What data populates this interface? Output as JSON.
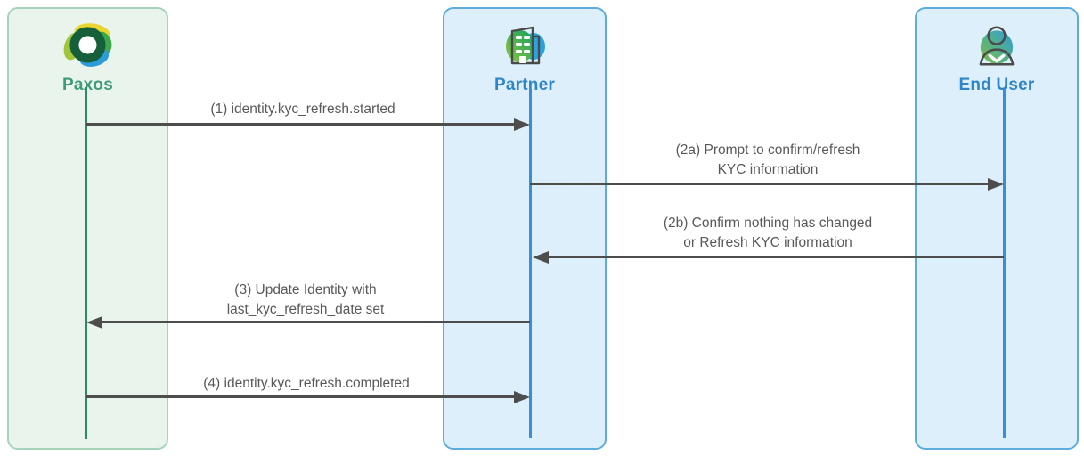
{
  "diagram": {
    "type": "sequence-diagram",
    "actors": [
      {
        "name": "Paxos",
        "icon": "paxos-logo-icon",
        "panel_bg": "#e8f4ec",
        "panel_border": "#a7d3bb",
        "label_color": "#3f9b74",
        "lifeline_color": "#2c8a68"
      },
      {
        "name": "Partner",
        "icon": "partner-building-icon",
        "panel_bg": "#ddeffa",
        "panel_border": "#5cadde",
        "label_color": "#2e86c9",
        "lifeline_color": "#3a8fd4"
      },
      {
        "name": "End User",
        "icon": "end-user-icon",
        "panel_bg": "#ddeffa",
        "panel_border": "#5cadde",
        "label_color": "#2e86c9",
        "lifeline_color": "#3a8fd4"
      }
    ],
    "messages": [
      {
        "id": "1",
        "from": "Paxos",
        "to": "Partner",
        "direction": "right",
        "text": "(1) identity.kyc_refresh.started"
      },
      {
        "id": "2a",
        "from": "Partner",
        "to": "End User",
        "direction": "right",
        "text": "(2a) Prompt to confirm/refresh\nKYC information"
      },
      {
        "id": "2b",
        "from": "End User",
        "to": "Partner",
        "direction": "left",
        "text": "(2b) Confirm nothing has changed\nor Refresh KYC information"
      },
      {
        "id": "3",
        "from": "Partner",
        "to": "Paxos",
        "direction": "left",
        "text": "(3) Update Identity with\nlast_kyc_refresh_date set"
      },
      {
        "id": "4",
        "from": "Paxos",
        "to": "Partner",
        "direction": "right",
        "text": "(4) identity.kyc_refresh.completed"
      }
    ],
    "colors": {
      "arrow": "#4d4d4d",
      "message_text": "#58595b",
      "background": "#ffffff"
    }
  }
}
